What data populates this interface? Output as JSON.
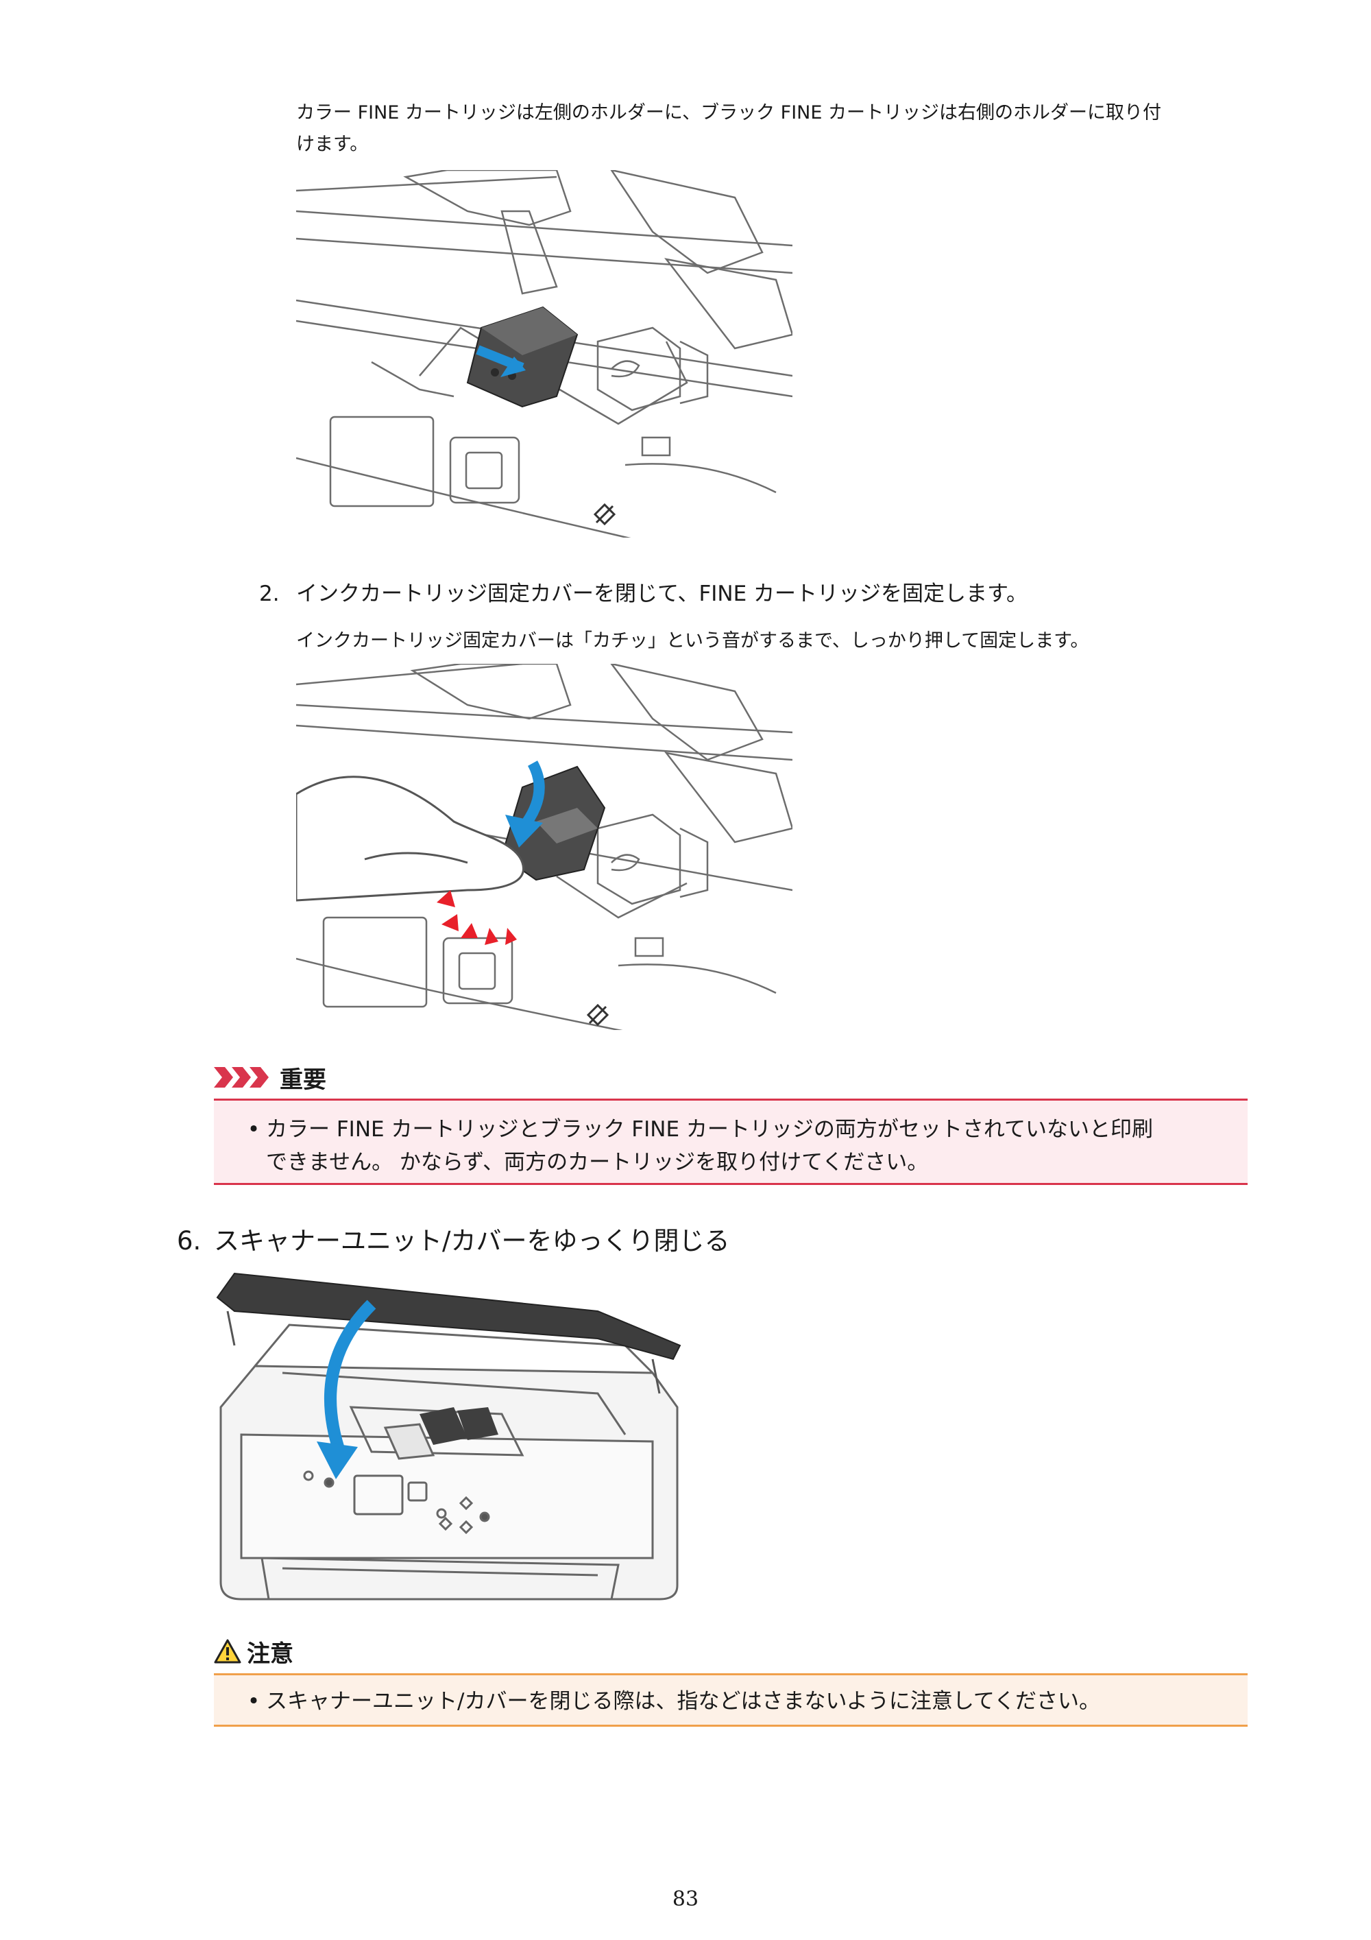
{
  "intro": {
    "line1": "カラー FINE カートリッジは左側のホルダーに、ブラック FINE カートリッジは右側のホルダーに取り付",
    "line2": "けます。"
  },
  "step2": {
    "number": "2.",
    "title": "インクカートリッジ固定カバーを閉じて、FINE カートリッジを固定します。",
    "detail": "インクカートリッジ固定カバーは「カチッ」という音がするまで、しっかり押して固定します。"
  },
  "important": {
    "label": "重要",
    "line1": "カラー FINE カートリッジとブラック FINE カートリッジの両方がセットされていないと印刷",
    "line2": "できません。 かならず、両方のカートリッジを取り付けてください。",
    "accent": "#d9354c",
    "background": "#fdecef"
  },
  "step6": {
    "number": "6.",
    "title": "スキャナーユニット/カバーをゆっくり閉じる"
  },
  "caution": {
    "label": "注意",
    "line1": "スキャナーユニット/カバーを閉じる際は、指などはさまないように注意してください。",
    "accent": "#f0a04b",
    "background": "#fdf1e7"
  },
  "footer": {
    "page_number": "83"
  },
  "colors": {
    "arrow_blue": "#1f8fd6",
    "click_red": "#e8202a"
  }
}
